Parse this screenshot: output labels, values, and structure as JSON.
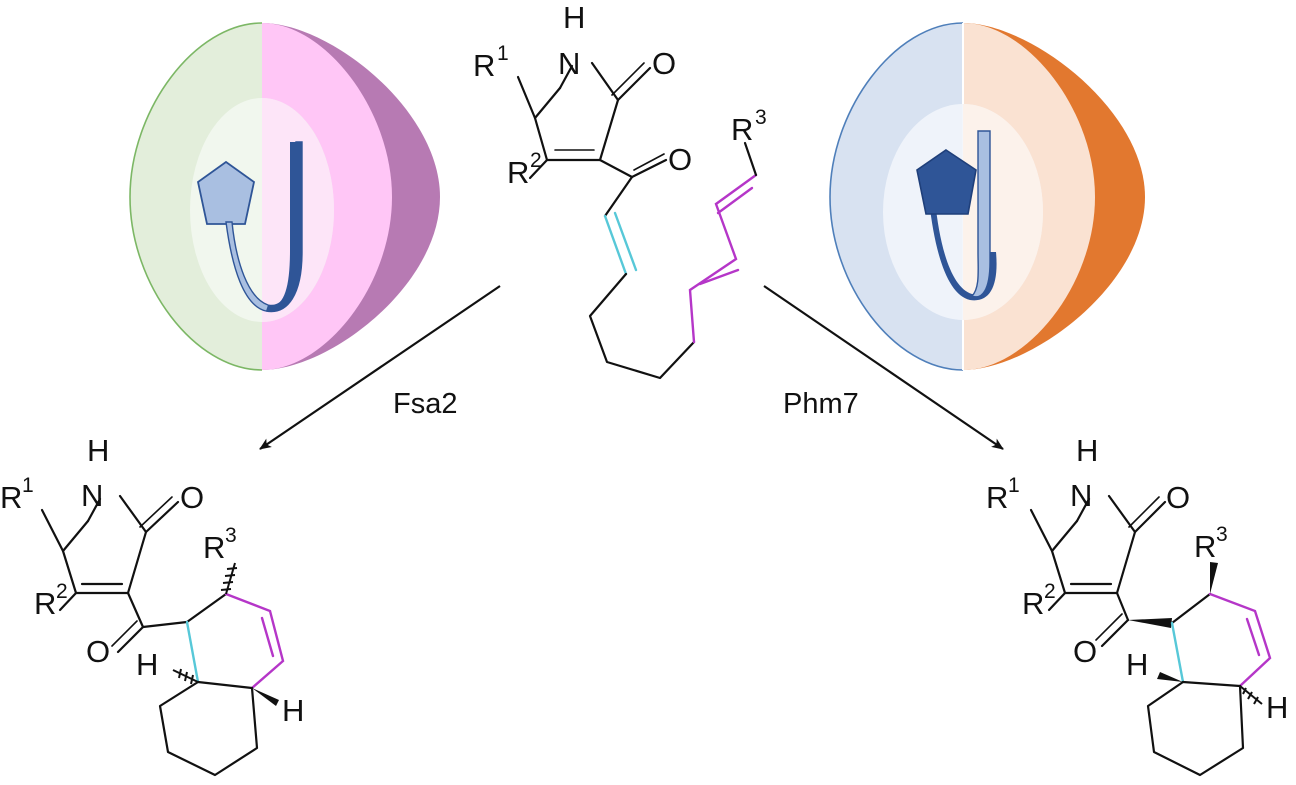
{
  "enzymes": {
    "left": {
      "name": "Fsa2",
      "colors": {
        "left_half": "#e3eedb",
        "right_half": "#ffc6f6",
        "rim": "#b77ab3",
        "outline": "#7cb765",
        "inner": "#f2f7ef",
        "pentagon": "#a9bfe1",
        "strand_dark": "#2f5597",
        "strand_light": "#a9bfe1"
      }
    },
    "right": {
      "name": "Phm7",
      "colors": {
        "left_half": "#d8e2f1",
        "right_half": "#fae2d2",
        "rim": "#e2782f",
        "outline": "#4f7fba",
        "inner": "#f2f5fb",
        "pentagon": "#2f5597",
        "strand_dark": "#2f5597",
        "strand_light": "#a9bfe1"
      }
    }
  },
  "atoms": {
    "N": "N",
    "H": "H",
    "O": "O",
    "R": "R",
    "sup1": "1",
    "sup2": "2",
    "sup3": "3"
  },
  "colors": {
    "new_bond_cyan": "#57c8d8",
    "diene_magenta": "#b536c8",
    "ink": "#111111"
  }
}
